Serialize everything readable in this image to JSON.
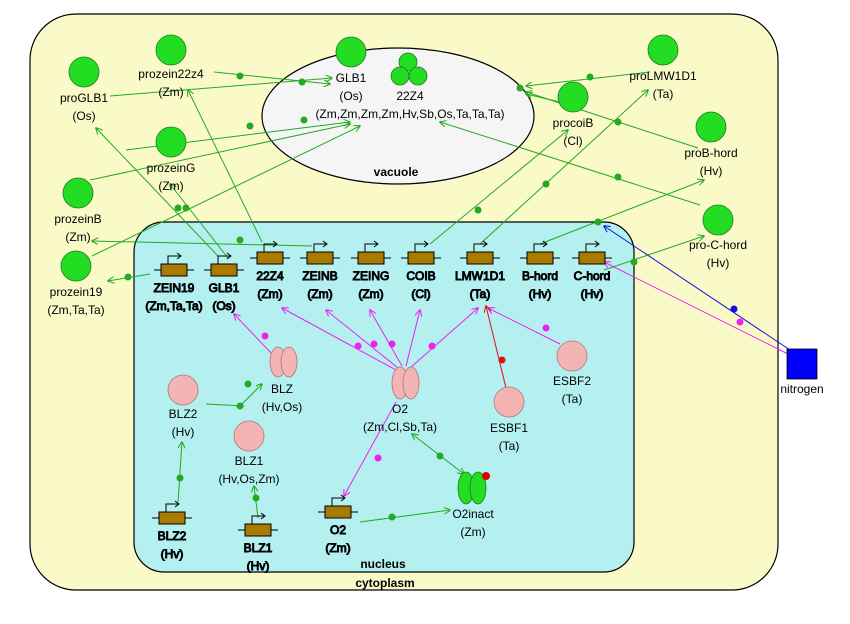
{
  "compartments": {
    "cytoplasm": "cytoplasm",
    "vacuole": "vacuole",
    "nucleus": "nucleus"
  },
  "colors": {
    "cytoplasm_fill": "#fafac8",
    "nucleus_fill": "#b4f0f0",
    "vacuole_fill": "#f5f5f5",
    "protein_green": "#22dd22",
    "protein_pink": "#f5b4b4",
    "gene_fill": "#a87a00",
    "arrow_green": "#22aa22",
    "arrow_magenta": "#ee22ee",
    "arrow_red": "#dd1111",
    "arrow_blue": "#1111dd",
    "nitrogen_fill": "#0000ff"
  },
  "proteins": {
    "proGLB1": [
      "proGLB1",
      "(Os)"
    ],
    "prozein22z4": [
      "prozein22z4",
      "(Zm)"
    ],
    "GLB1": [
      "GLB1",
      "(Os)"
    ],
    "Z24": [
      "22Z4",
      "(Zm,Zm,Zm,Zm,Hv,Sb,Os,Ta,Ta,Ta)"
    ],
    "proLMW1D1": [
      "proLMW1D1",
      "(Ta)"
    ],
    "procoiB": [
      "procoiB",
      "(Cl)"
    ],
    "prozeinG": [
      "prozeinG",
      "(Zm)"
    ],
    "proBhord": [
      "proB-hord",
      "(Hv)"
    ],
    "prozeinB": [
      "prozeinB",
      "(Zm)"
    ],
    "proChord": [
      "pro-C-hord",
      "(Hv)"
    ],
    "prozein19": [
      "prozein19",
      "(Zm,Ta,Ta)"
    ],
    "BLZ": [
      "BLZ",
      "(Hv,Os)"
    ],
    "O2": [
      "O2",
      "(Zm,Cl,Sb,Ta)"
    ],
    "ESBF2": [
      "ESBF2",
      "(Ta)"
    ],
    "BLZ2p": [
      "BLZ2",
      "(Hv)"
    ],
    "ESBF1": [
      "ESBF1",
      "(Ta)"
    ],
    "BLZ1p": [
      "BLZ1",
      "(Hv,Os,Zm)"
    ],
    "O2inact": [
      "O2inact",
      "(Zm)"
    ]
  },
  "genes": {
    "ZEIN19": [
      "ZEIN19",
      "(Zm,Ta,Ta)"
    ],
    "GLB1g": [
      "GLB1",
      "(Os)"
    ],
    "Z24g": [
      "22Z4",
      "(Zm)"
    ],
    "ZEINB": [
      "ZEINB",
      "(Zm)"
    ],
    "ZEING": [
      "ZEING",
      "(Zm)"
    ],
    "COIB": [
      "COIB",
      "(Cl)"
    ],
    "LMW1D1": [
      "LMW1D1",
      "(Ta)"
    ],
    "Bhord": [
      "B-hord",
      "(Hv)"
    ],
    "Chord": [
      "C-hord",
      "(Hv)"
    ],
    "BLZ2g": [
      "BLZ2",
      "(Hv)"
    ],
    "BLZ1g": [
      "BLZ1",
      "(Hv)"
    ],
    "O2g": [
      "O2",
      "(Zm)"
    ]
  },
  "nitrogen": "nitrogen"
}
